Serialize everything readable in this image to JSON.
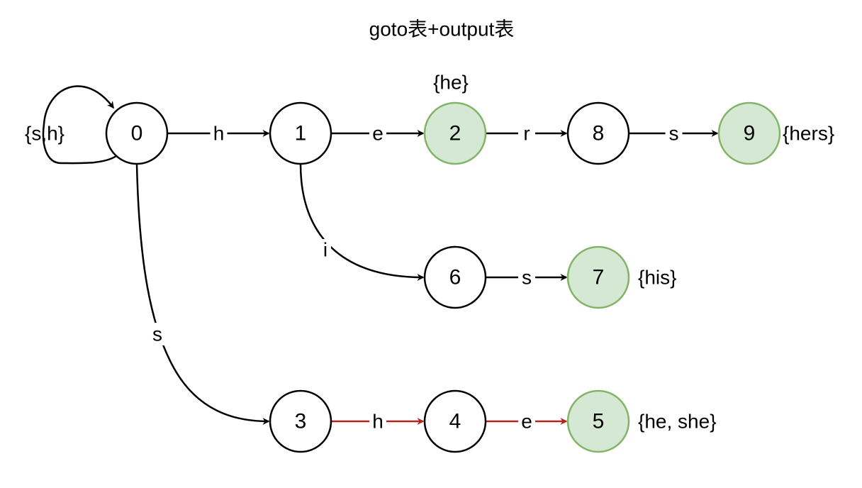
{
  "title": "goto表+output表",
  "colors": {
    "default_fill": "#ffffff",
    "default_stroke": "#000000",
    "output_fill": "#d5e8d4",
    "output_stroke": "#82b366",
    "highlight_edge": "#b3261e"
  },
  "nodes": [
    {
      "id": "0",
      "label": "0",
      "output": false
    },
    {
      "id": "1",
      "label": "1",
      "output": false
    },
    {
      "id": "2",
      "label": "2",
      "output": true
    },
    {
      "id": "8",
      "label": "8",
      "output": false
    },
    {
      "id": "9",
      "label": "9",
      "output": true
    },
    {
      "id": "6",
      "label": "6",
      "output": false
    },
    {
      "id": "7",
      "label": "7",
      "output": true
    },
    {
      "id": "3",
      "label": "3",
      "output": false
    },
    {
      "id": "4",
      "label": "4",
      "output": false
    },
    {
      "id": "5",
      "label": "5",
      "output": true
    }
  ],
  "edges": [
    {
      "from": "0",
      "to": "0",
      "label": "{s,h}",
      "highlight": false
    },
    {
      "from": "0",
      "to": "1",
      "label": "h",
      "highlight": false
    },
    {
      "from": "1",
      "to": "2",
      "label": "e",
      "highlight": false
    },
    {
      "from": "2",
      "to": "8",
      "label": "r",
      "highlight": false
    },
    {
      "from": "8",
      "to": "9",
      "label": "s",
      "highlight": false
    },
    {
      "from": "1",
      "to": "6",
      "label": "i",
      "highlight": false
    },
    {
      "from": "6",
      "to": "7",
      "label": "s",
      "highlight": false
    },
    {
      "from": "0",
      "to": "3",
      "label": "s",
      "highlight": false
    },
    {
      "from": "3",
      "to": "4",
      "label": "h",
      "highlight": true
    },
    {
      "from": "4",
      "to": "5",
      "label": "e",
      "highlight": true
    }
  ],
  "outputs": [
    {
      "node": "2",
      "text": "{he}"
    },
    {
      "node": "9",
      "text": "{hers}"
    },
    {
      "node": "7",
      "text": "{his}"
    },
    {
      "node": "5",
      "text": "{he, she}"
    }
  ]
}
